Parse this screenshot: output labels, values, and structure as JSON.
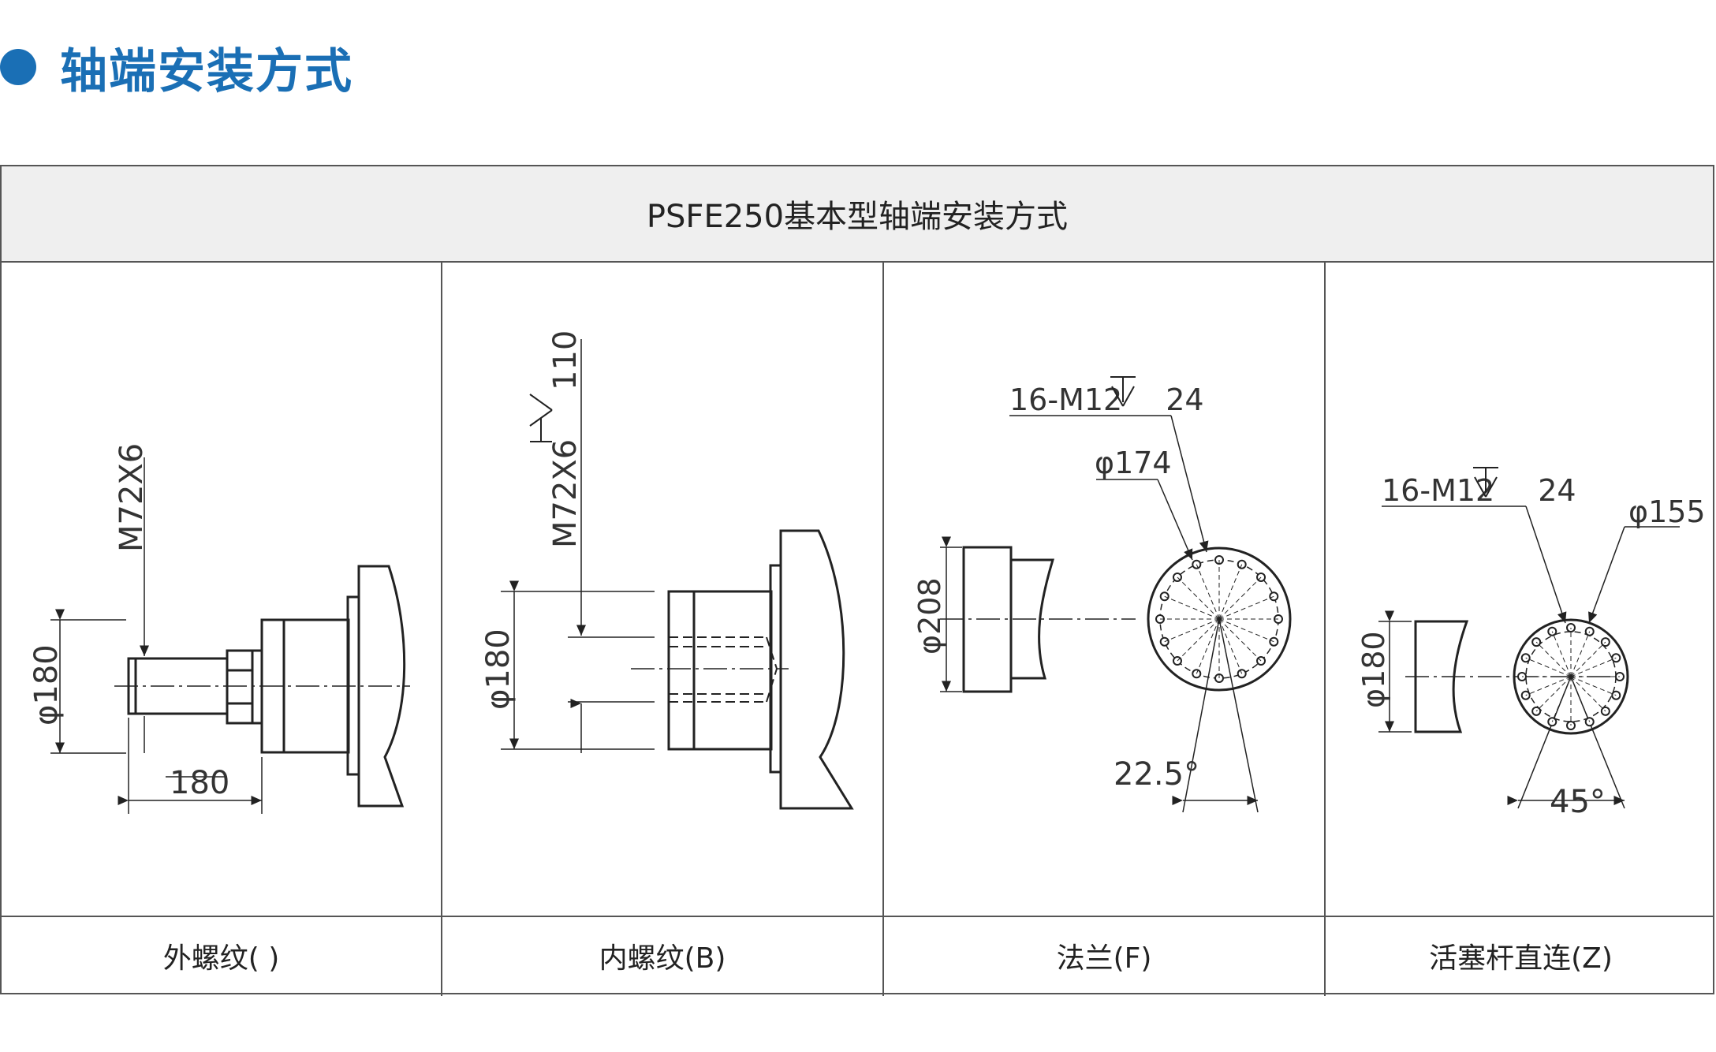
{
  "header": {
    "title": "轴端安装方式",
    "accent": "#1a6fb5"
  },
  "table": {
    "title": "PSFE250基本型轴端安装方式",
    "columns": [
      {
        "caption": "外螺纹( )",
        "dims": {
          "thread": "M72X6",
          "dia": "φ180",
          "len": "180"
        }
      },
      {
        "caption": "内螺纹(B)",
        "dims": {
          "thread": "M72X6",
          "depth": "110",
          "dia": "φ180"
        }
      },
      {
        "caption": "法兰(F)",
        "dims": {
          "holes": "16-M12",
          "holes_depth": "24",
          "pcd": "φ174",
          "dia": "φ208",
          "angle": "22.5°"
        }
      },
      {
        "caption": "活塞杆直连(Z)",
        "dims": {
          "holes": "16-M12",
          "holes_depth": "24",
          "pcd": "φ155",
          "dia": "φ180",
          "angle": "45°"
        }
      }
    ]
  }
}
